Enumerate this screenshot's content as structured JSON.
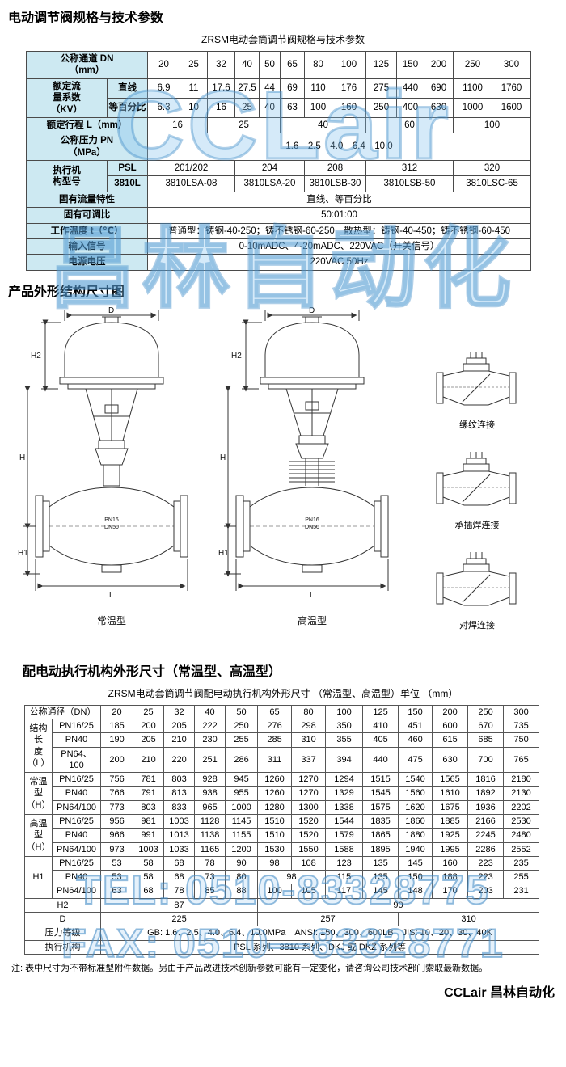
{
  "page": {
    "heading1": "电动调节阀规格与技术参数",
    "section2_heading": "产品外形结构尺寸图",
    "section3_heading": "配电动执行机构外形尺寸（常温型、高温型）",
    "note": "注: 表中尺寸为不带标准型附件数据。另由于产品改进技术创新参数可能有一定变化，请咨询公司技术部门索取最新数据。",
    "brand": "CCLair 昌林自动化"
  },
  "watermarks": {
    "brand_en": "CCLair",
    "brand_cn": "昌林自动化",
    "tel": "TEL: 0510-83328775",
    "fax": "FAX: 0510—83328771"
  },
  "spec_table": {
    "caption": "ZRSM电动套筒调节阀规格与技术参数",
    "dn_label": "公称通道 DN\n（mm）",
    "dn_values": [
      "20",
      "25",
      "32",
      "40",
      "50",
      "65",
      "80",
      "100",
      "125",
      "150",
      "200",
      "250",
      "300"
    ],
    "kv_label": "额定流\n量系数\n（KV）",
    "kv_linear_label": "直线",
    "kv_linear": [
      "6.9",
      "11",
      "17.6",
      "27.5",
      "44",
      "69",
      "110",
      "176",
      "275",
      "440",
      "690",
      "1100",
      "1760"
    ],
    "kv_eqpct_label": "等百分比",
    "kv_eqpct": [
      "6.3",
      "10",
      "16",
      "25",
      "40",
      "63",
      "100",
      "160",
      "250",
      "400",
      "630",
      "1000",
      "1600"
    ],
    "travel_label": "额定行程 L（mm）",
    "travel": [
      {
        "v": "16",
        "span": 2
      },
      {
        "v": "25",
        "span": 3
      },
      {
        "v": "40",
        "span": 3
      },
      {
        "v": "60",
        "span": 3
      },
      {
        "v": "100",
        "span": 2
      }
    ],
    "pn_label": "公称压力 PN\n（MPa）",
    "pn_value": "1.6　2.5　4.0　6.4　10.0",
    "actuator_label": "执行机\n构型号",
    "psl_label": "PSL",
    "psl": [
      {
        "v": "201/202",
        "span": 3
      },
      {
        "v": "204",
        "span": 3
      },
      {
        "v": "208",
        "span": 2
      },
      {
        "v": "312",
        "span": 3
      },
      {
        "v": "320",
        "span": 2
      }
    ],
    "l3810_label": "3810L",
    "l3810": [
      {
        "v": "3810LSA-08",
        "span": 3
      },
      {
        "v": "3810LSA-20",
        "span": 3
      },
      {
        "v": "3810LSB-30",
        "span": 2
      },
      {
        "v": "3810LSB-50",
        "span": 3
      },
      {
        "v": "3810LSC-65",
        "span": 2
      }
    ],
    "flow_char_label": "固有流量特性",
    "flow_char": "直线、等百分比",
    "rangeability_label": "固有可调比",
    "rangeability": "50:01:00",
    "temp_label": "工作温度 t（℃）",
    "temp_value": "普通型：铸钢-40-250；铸不锈钢-60-250　散热型：铸钢-40-450；铸不锈钢-60-450",
    "signal_label": "输入信号",
    "signal_value": "0-10mADC、4-20mADC、220VAC（开关信号）",
    "power_label": "电源电压",
    "power_value": "220VAC 50Hz"
  },
  "drawings": {
    "normal_label": "常温型",
    "high_label": "高温型",
    "dims": [
      "D",
      "H2",
      "H",
      "H1",
      "L"
    ],
    "body_line1": "PN16",
    "body_line2": "DN50",
    "connections": [
      "缧纹连接",
      "承插焊连接",
      "对焊连接"
    ]
  },
  "dim_table": {
    "caption": "ZRSM电动套筒调节阀配电动执行机构外形尺寸 （常温型、高温型）单位 （mm）",
    "dn_label": "公称通径（DN）",
    "dn_values": [
      "20",
      "25",
      "32",
      "40",
      "50",
      "65",
      "80",
      "100",
      "125",
      "150",
      "200",
      "250",
      "300"
    ],
    "L": {
      "label": "结构长\n度\n（L）",
      "subs": [
        "PN16/25",
        "PN40",
        "PN64、\n100"
      ],
      "rows": [
        [
          185,
          200,
          205,
          222,
          250,
          276,
          298,
          350,
          410,
          451,
          600,
          670,
          735
        ],
        [
          190,
          205,
          210,
          230,
          255,
          285,
          310,
          355,
          405,
          460,
          615,
          685,
          750
        ],
        [
          200,
          210,
          220,
          251,
          286,
          311,
          337,
          394,
          440,
          475,
          630,
          700,
          765
        ]
      ]
    },
    "NT": {
      "label": "常温型\n（H）",
      "subs": [
        "PN16/25",
        "PN40",
        "PN64/100"
      ],
      "rows": [
        [
          756,
          781,
          803,
          928,
          945,
          1260,
          1270,
          1294,
          1515,
          1540,
          1565,
          1816,
          2180
        ],
        [
          766,
          791,
          813,
          938,
          955,
          1260,
          1270,
          1329,
          1545,
          1560,
          1610,
          1892,
          2130
        ],
        [
          773,
          803,
          833,
          965,
          1000,
          1280,
          1300,
          1338,
          1575,
          1620,
          1675,
          1936,
          2202
        ]
      ]
    },
    "HT": {
      "label": "高温型\n（H）",
      "subs": [
        "PN16/25",
        "PN40",
        "PN64/100"
      ],
      "rows": [
        [
          956,
          981,
          1003,
          1128,
          1145,
          1510,
          1520,
          1544,
          1835,
          1860,
          1885,
          2166,
          2530
        ],
        [
          966,
          991,
          1013,
          1138,
          1155,
          1510,
          1520,
          1579,
          1865,
          1880,
          1925,
          2245,
          2480
        ],
        [
          973,
          1003,
          1033,
          1165,
          1200,
          1530,
          1550,
          1588,
          1895,
          1940,
          1995,
          2286,
          2552
        ]
      ]
    },
    "H1": {
      "label": "H1",
      "subs": [
        "PN16/25",
        "PN40",
        "PN64/100"
      ],
      "rows": [
        [
          53,
          58,
          68,
          78,
          90,
          98,
          108,
          123,
          135,
          145,
          160,
          223,
          235
        ],
        [
          53,
          58,
          68,
          73,
          80,
          {
            "v": 98,
            "span": 2
          },
          115,
          135,
          150,
          188,
          223,
          255
        ],
        [
          63,
          68,
          78,
          85,
          88,
          100,
          105,
          117,
          145,
          148,
          170,
          203,
          231
        ]
      ]
    },
    "h2_label": "H2",
    "h2_cells": [
      {
        "v": "87",
        "span": 5
      },
      {
        "v": "90",
        "span": 8
      }
    ],
    "d_label": "D",
    "d_cells": [
      {
        "v": "225",
        "span": 5
      },
      {
        "v": "257",
        "span": 4
      },
      {
        "v": "310",
        "span": 4
      }
    ],
    "pressure_label": "压力等级",
    "pressure_value": "GB: 1.6、2.5、4.0、6.4、10.0MPa　ANSI: 150、300、600LB　JIS: 10、20、30、40K",
    "actuator_label": "执行机构",
    "actuator_value": "PSL 系列、3810 系列、DKJ 或 DKZ 系列等"
  }
}
